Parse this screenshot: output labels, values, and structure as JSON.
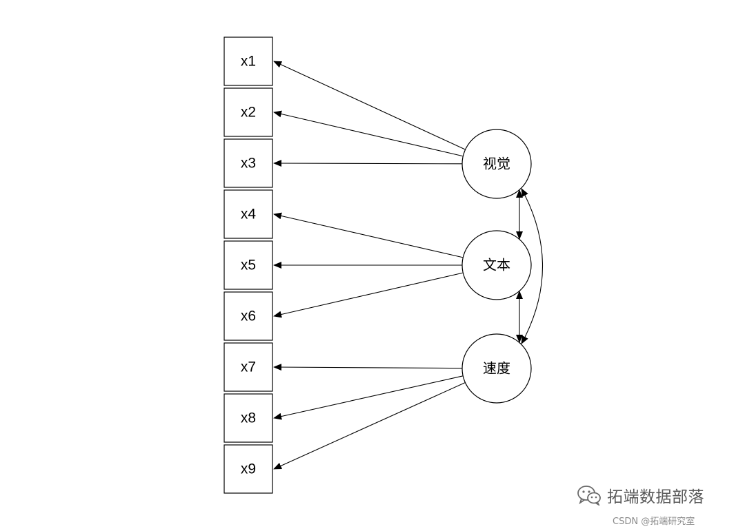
{
  "diagram": {
    "indicators": [
      "x1",
      "x2",
      "x3",
      "x4",
      "x5",
      "x6",
      "x7",
      "x8",
      "x9"
    ],
    "factors": [
      {
        "label": "视觉",
        "loads_on": [
          "x1",
          "x2",
          "x3"
        ]
      },
      {
        "label": "文本",
        "loads_on": [
          "x4",
          "x5",
          "x6"
        ]
      },
      {
        "label": "速度",
        "loads_on": [
          "x7",
          "x8",
          "x9"
        ]
      }
    ],
    "covariances": [
      [
        "视觉",
        "文本"
      ],
      [
        "文本",
        "速度"
      ],
      [
        "视觉",
        "速度"
      ]
    ]
  },
  "watermark": {
    "brand": "拓端数据部落",
    "sub": "CSDN @拓端研究室",
    "icon": "wechat-icon",
    "color": "#595959"
  }
}
